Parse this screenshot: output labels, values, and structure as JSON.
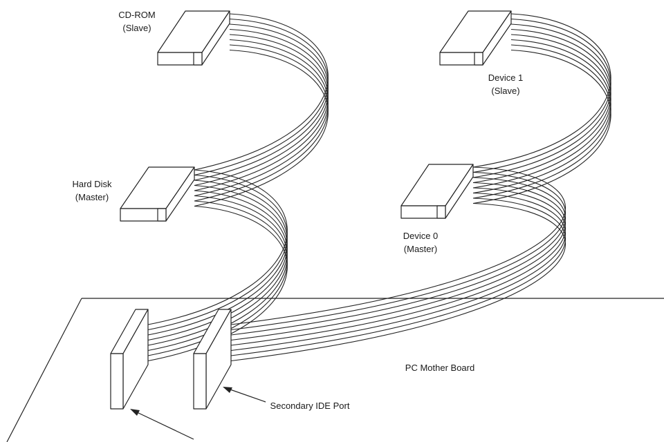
{
  "labels": {
    "cdrom": {
      "line1": "CD-ROM",
      "line2": "(Slave)"
    },
    "hard_disk": {
      "line1": "Hard Disk",
      "line2": "(Master)"
    },
    "device1": {
      "line1": "Device 1",
      "line2": "(Slave)"
    },
    "device0": {
      "line1": "Device 0",
      "line2": "(Master)"
    },
    "mother_board": "PC Mother Board",
    "secondary_port": "Secondary IDE Port"
  }
}
